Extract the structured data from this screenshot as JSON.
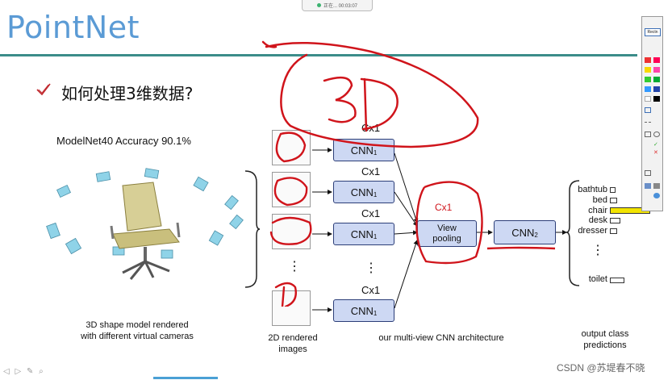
{
  "top_tab": {
    "label": "正在... 00:03:07"
  },
  "slide": {
    "title": "PointNet",
    "bullet": "如何处理3维数据?",
    "accuracy": "ModelNet40 Accuracy 90.1%"
  },
  "diagram": {
    "cx_labels": [
      "Cx1",
      "Cx1",
      "Cx1",
      "Cx1"
    ],
    "cnn_label": "CNN",
    "cnn_sub": "1",
    "dots": "⋮",
    "view_pooling_line1": "View",
    "view_pooling_line2": "pooling",
    "cnn2_label": "CNN",
    "cnn2_sub": "2",
    "classes": [
      "bathtub",
      "bed",
      "chair",
      "desk",
      "dresser",
      "⋮",
      "toilet"
    ],
    "captions": {
      "model": "3D shape model rendered with different virtual cameras",
      "images": "2D rendered images",
      "architecture": "our multi-view CNN architecture",
      "output": "output class predictions"
    }
  },
  "annotations": {
    "handwritten_3d": "3D",
    "cx_red": "Cx1",
    "red_color": "#d0141b"
  },
  "toolbar": {
    "top_label": "Rectn"
  },
  "watermark": "CSDN @苏堤春不晓",
  "colors": {
    "title": "#5b9bd5",
    "rule": "#3c8d8a",
    "box_fill": "#cdd8f3",
    "box_border": "#2c3e78",
    "chair_bar": "#f2e400"
  }
}
